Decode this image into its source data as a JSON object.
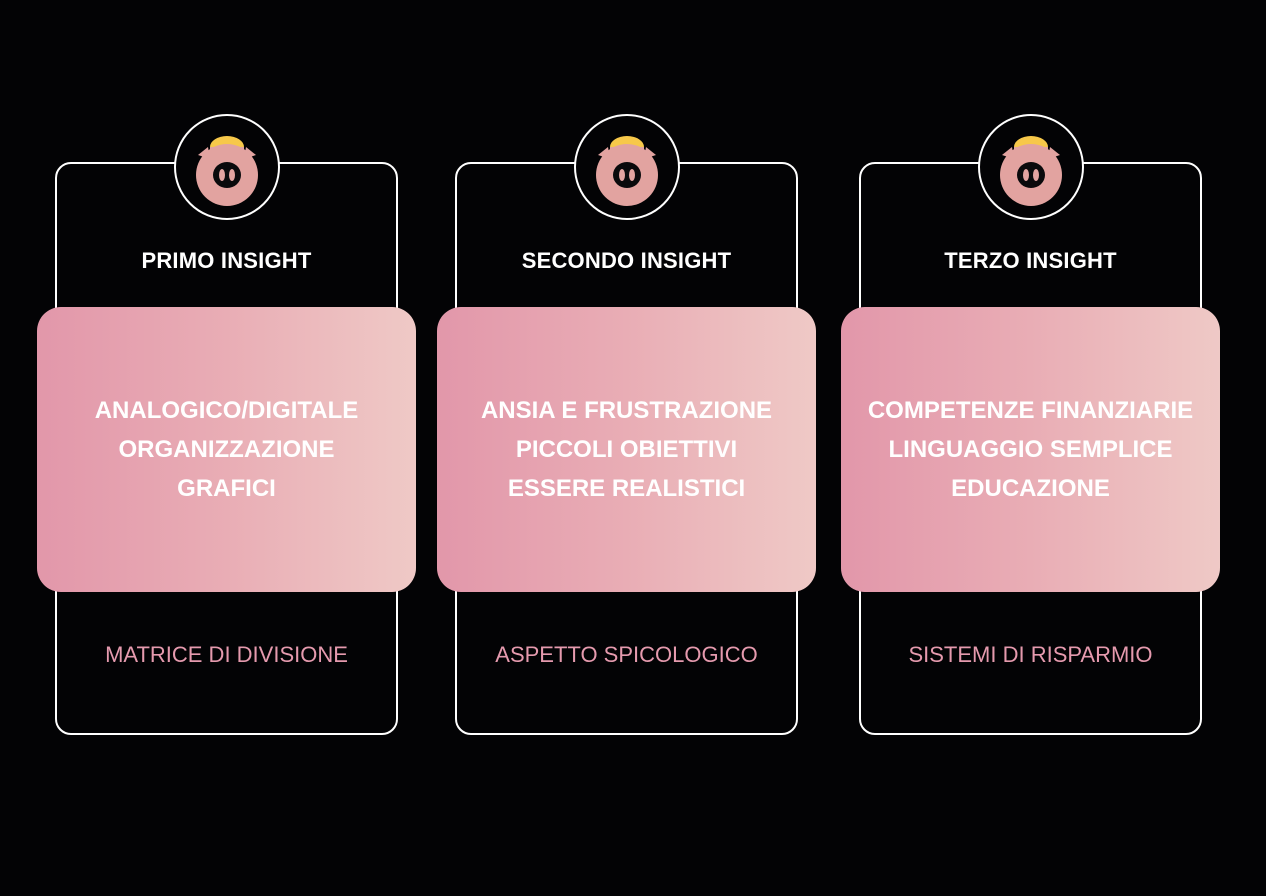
{
  "accent_colors": {
    "background": "#030305",
    "panel_gradient_start": "#e297aa",
    "panel_gradient_end": "#efc9c6",
    "subtitle": "#e59aae",
    "pig": "#e2a3a0",
    "coin": "#f7c84a"
  },
  "cards": [
    {
      "icon": "piggy-bank-icon",
      "title": "PRIMO INSIGHT",
      "lines": [
        "ANALOGICO/DIGITALE",
        "ORGANIZZAZIONE",
        "GRAFICI"
      ],
      "subtitle": "MATRICE DI DIVISIONE"
    },
    {
      "icon": "piggy-bank-icon",
      "title": "SECONDO INSIGHT",
      "lines": [
        "ANSIA E FRUSTRAZIONE",
        "PICCOLI OBIETTIVI",
        "ESSERE REALISTICI"
      ],
      "subtitle": "ASPETTO SPICOLOGICO"
    },
    {
      "icon": "piggy-bank-icon",
      "title": "TERZO INSIGHT",
      "lines": [
        "COMPETENZE FINANZIARIE",
        "LINGUAGGIO SEMPLICE",
        "EDUCAZIONE"
      ],
      "subtitle": "SISTEMI DI RISPARMIO"
    }
  ]
}
